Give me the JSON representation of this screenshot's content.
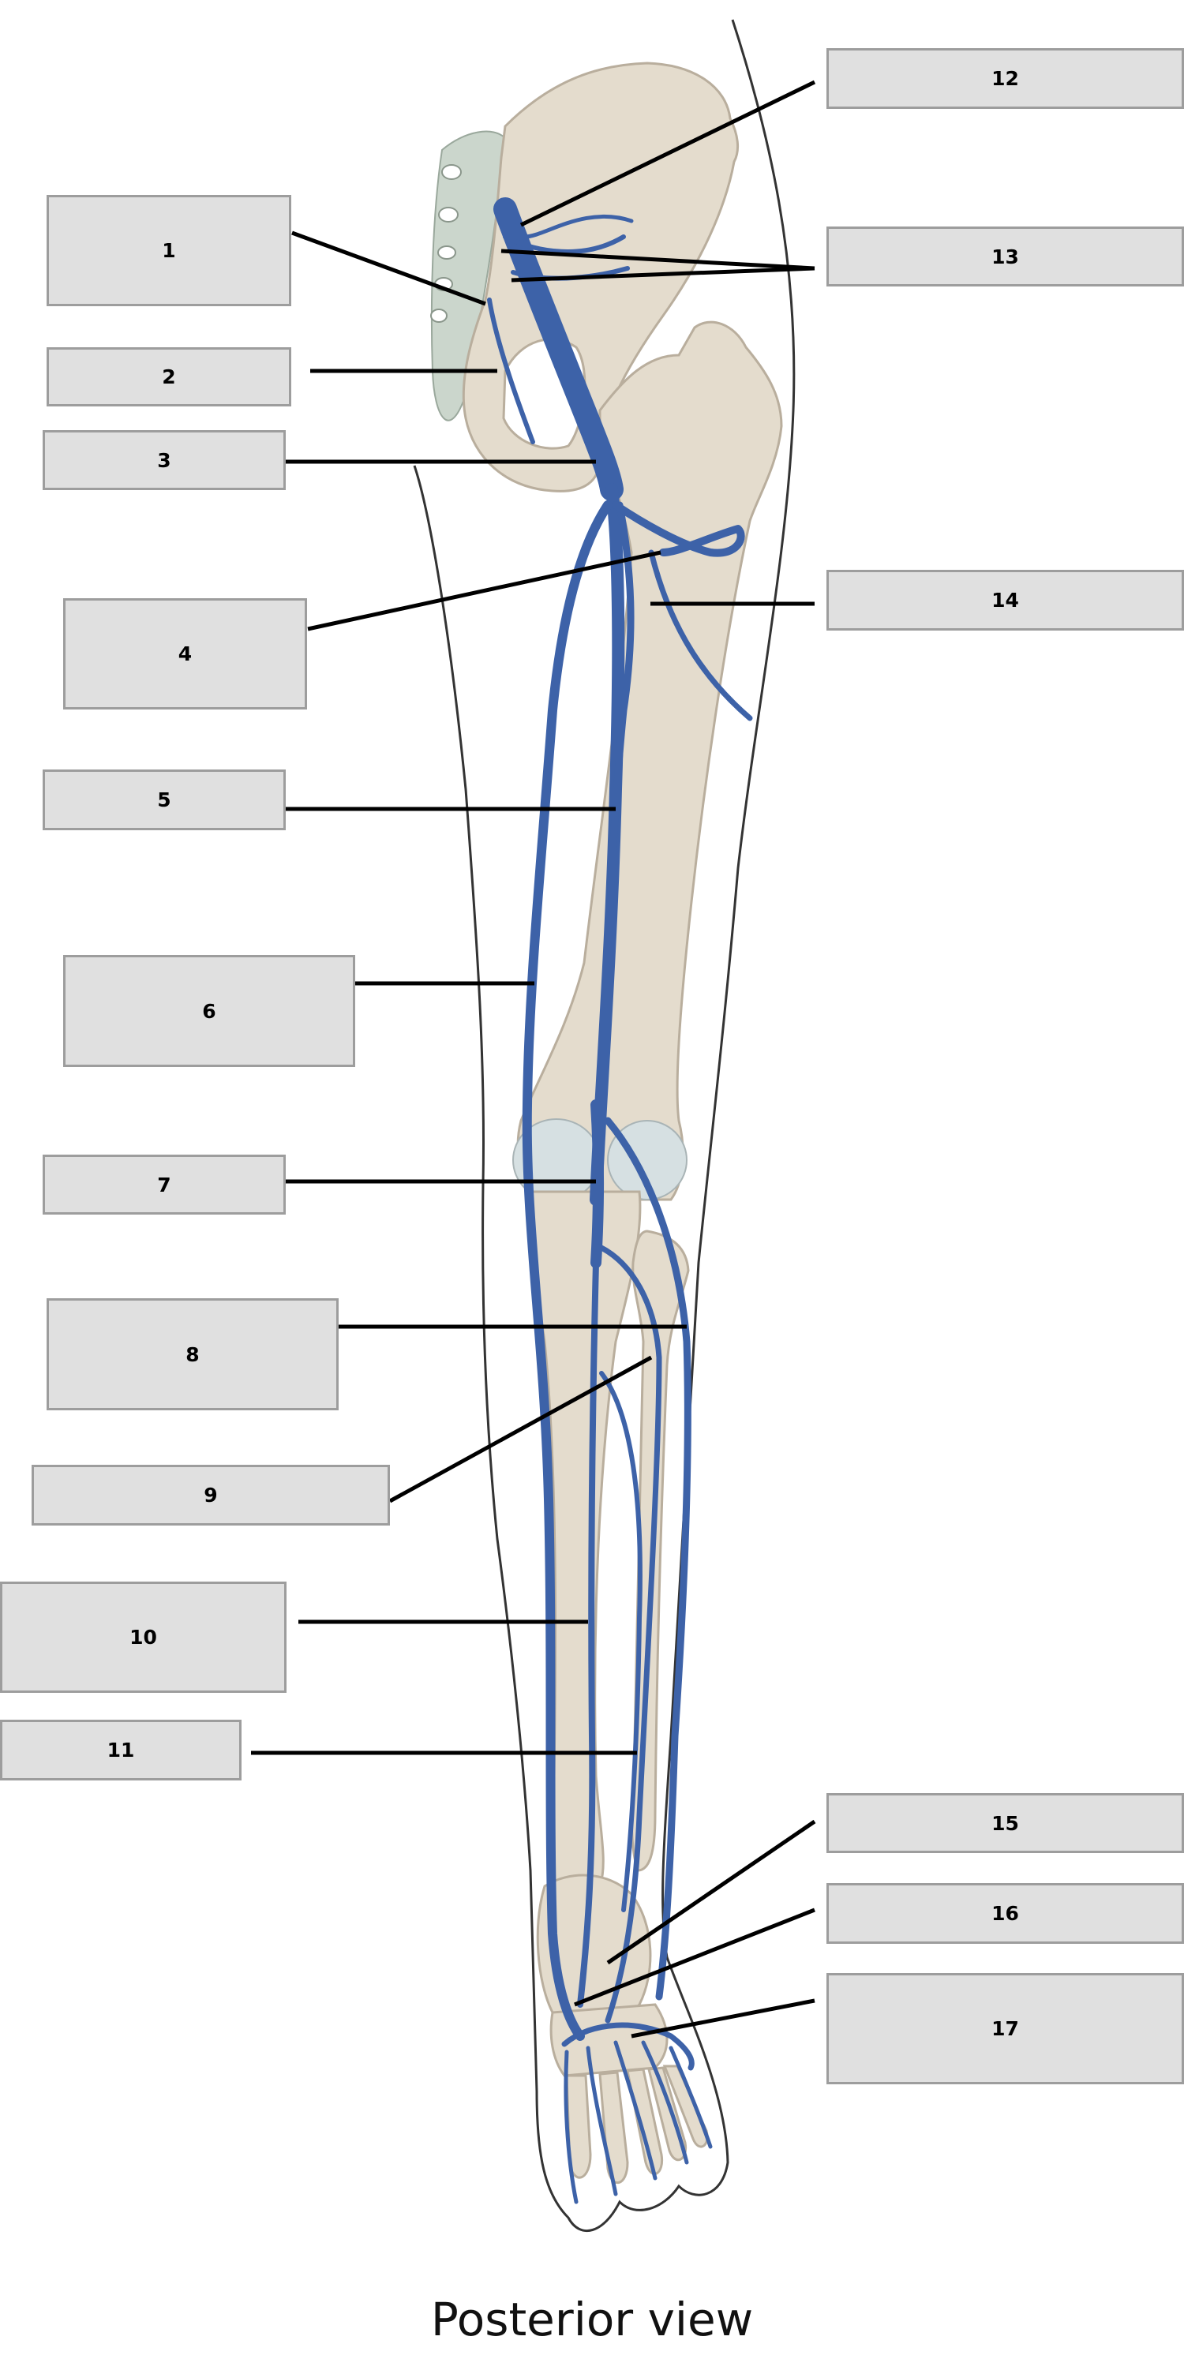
{
  "caption": "Posterior view",
  "colors": {
    "vein": "#3d62a8",
    "bone": "#e4dccd",
    "cartilage": "#d6e0e2",
    "sacrum": "#cbd6cc",
    "box_fill": "#e0e0e0",
    "box_border": "#9d9d9d",
    "leader": "#000000"
  },
  "labels": [
    {
      "id": "1",
      "text": "1"
    },
    {
      "id": "2",
      "text": "2"
    },
    {
      "id": "3",
      "text": "3"
    },
    {
      "id": "4",
      "text": "4"
    },
    {
      "id": "5",
      "text": "5"
    },
    {
      "id": "6",
      "text": "6"
    },
    {
      "id": "7",
      "text": "7"
    },
    {
      "id": "8",
      "text": "8"
    },
    {
      "id": "9",
      "text": "9"
    },
    {
      "id": "10",
      "text": "10"
    },
    {
      "id": "11",
      "text": "11"
    },
    {
      "id": "12",
      "text": "12"
    },
    {
      "id": "13",
      "text": "13"
    },
    {
      "id": "14",
      "text": "14"
    },
    {
      "id": "15",
      "text": "15"
    },
    {
      "id": "16",
      "text": "16"
    },
    {
      "id": "17",
      "text": "17"
    }
  ]
}
